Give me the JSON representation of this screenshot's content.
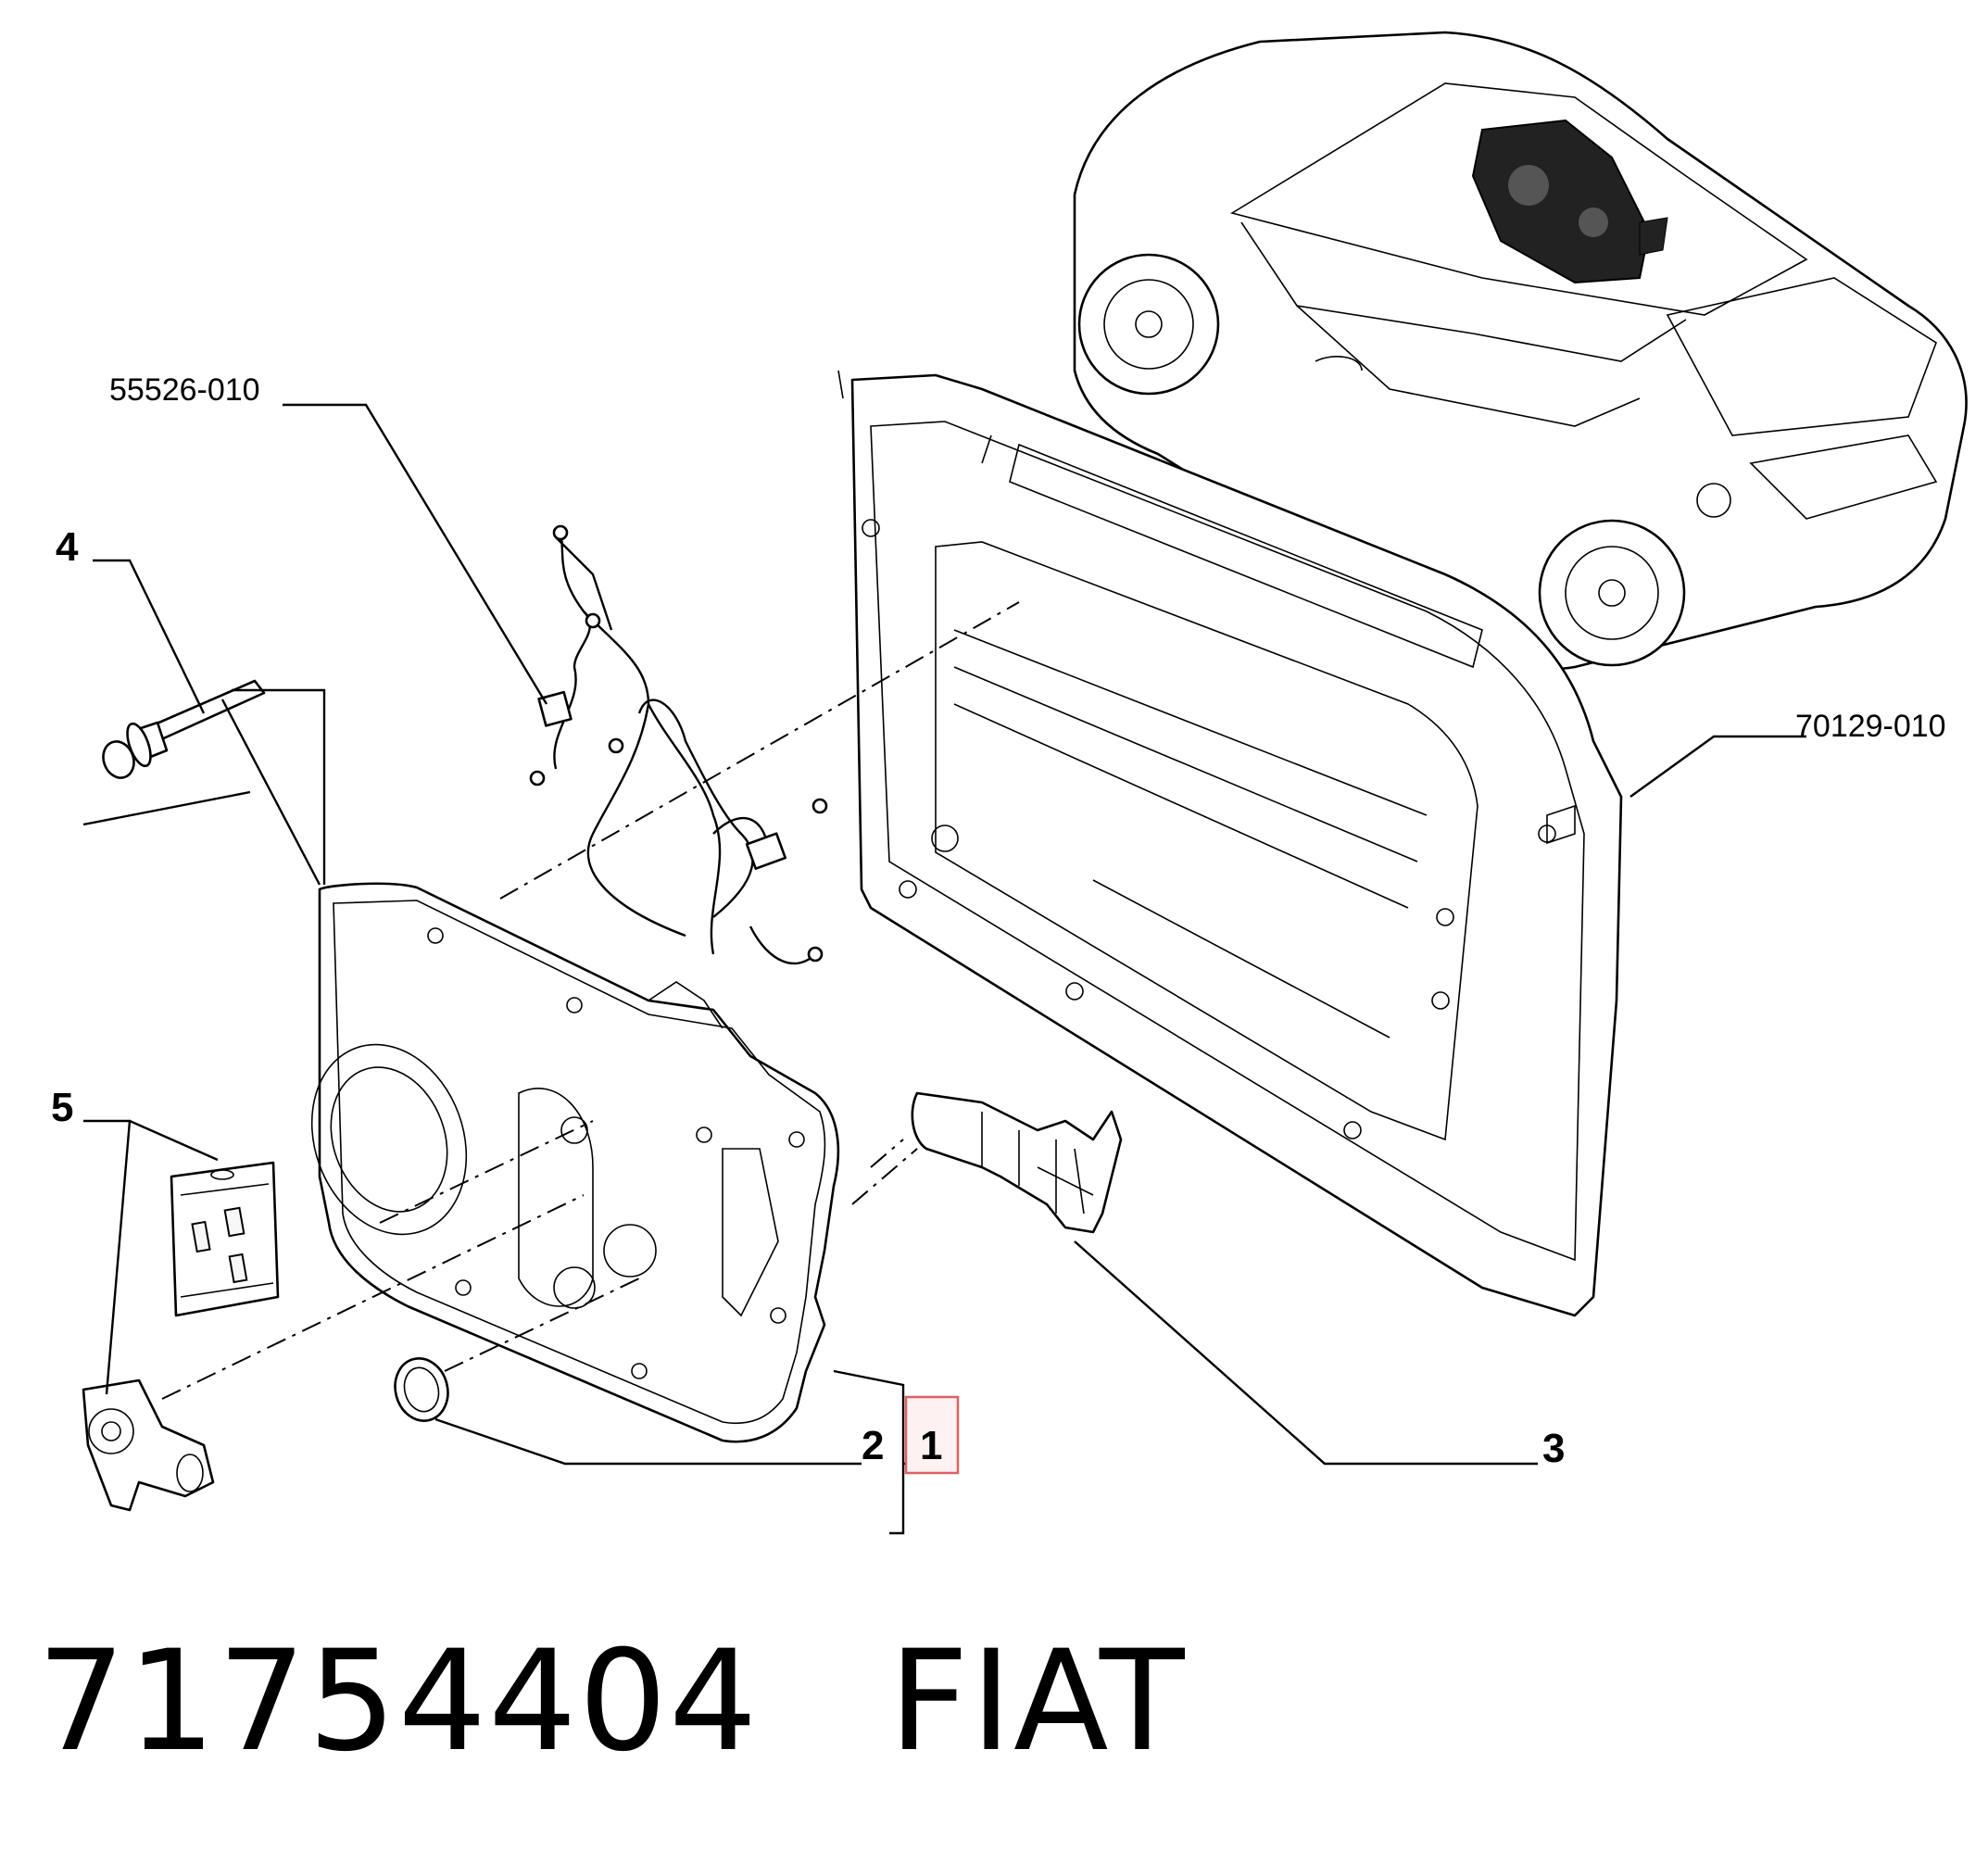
{
  "callouts": {
    "c1": "1",
    "c2": "2",
    "c3": "3",
    "c4": "4",
    "c5": "5",
    "ref_harness": "55526-010",
    "ref_door": "70129-010"
  },
  "caption": {
    "part_number": "71754404",
    "brand": "FIAT"
  },
  "colors": {
    "highlight_border": "#e06060",
    "highlight_fill": "#fdf1f1",
    "ink": "#000000"
  }
}
